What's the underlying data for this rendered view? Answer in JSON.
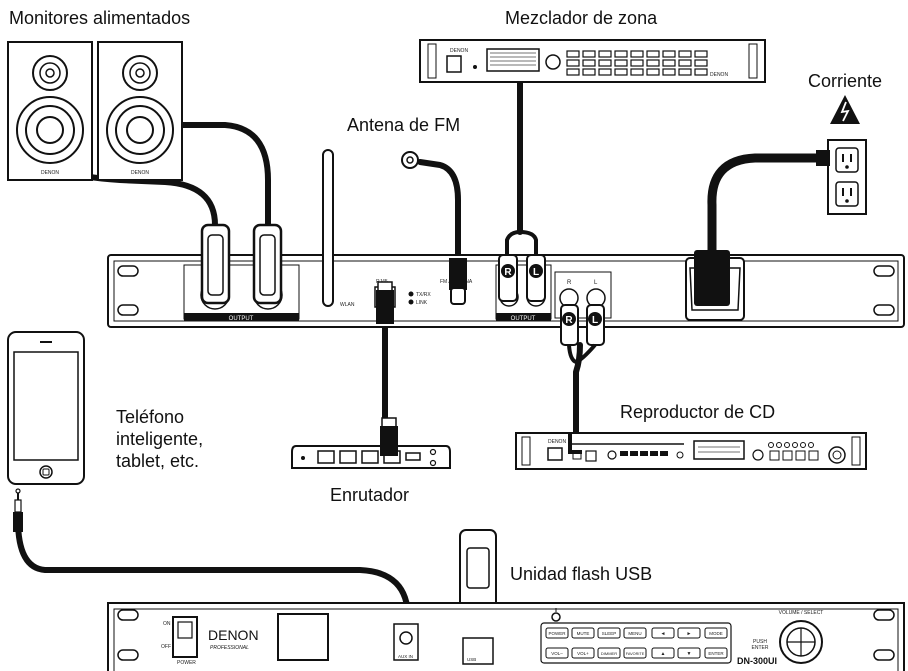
{
  "labels": {
    "powered_monitors": "Monitores alimentados",
    "zone_mixer": "Mezclador de zona",
    "power": "Corriente",
    "fm_antenna": "Antena de FM",
    "smartphone_line1": "Teléfono",
    "smartphone_line2": "inteligente,",
    "smartphone_line3": "tablet, etc.",
    "cd_player": "Reproductor de CD",
    "router": "Enrutador",
    "usb_flash": "Unidad flash USB"
  },
  "device_text": {
    "brand": "DENON",
    "brand_sub": "PROFESSIONAL",
    "model": "DN-300UI",
    "rear_output": "OUTPUT",
    "rear_wlan": "WLAN",
    "rear_rj45": "RJ45",
    "rear_txrx": "TX/RX",
    "rear_link": "LINK",
    "rear_fm_antenna": "FM ANTENNA",
    "rear_r": "R",
    "rear_l": "L",
    "front_on": "ON",
    "front_off": "OFF",
    "front_power": "POWER",
    "front_aux_in": "AUX IN",
    "front_usb": "USB",
    "front_volume_select": "VOLUME / SELECT",
    "front_push": "PUSH",
    "front_enter": "ENTER",
    "connector_r": "R",
    "connector_l": "L"
  },
  "buttons": {
    "row1": [
      "POWER",
      "MUTE",
      "SLEEP",
      "MENU",
      "◄",
      "►",
      "MODE"
    ],
    "row2": [
      "VOL–",
      "VOL+",
      "DIMMER",
      "FAVORITE",
      "▲",
      "▼",
      "ENTER"
    ]
  }
}
